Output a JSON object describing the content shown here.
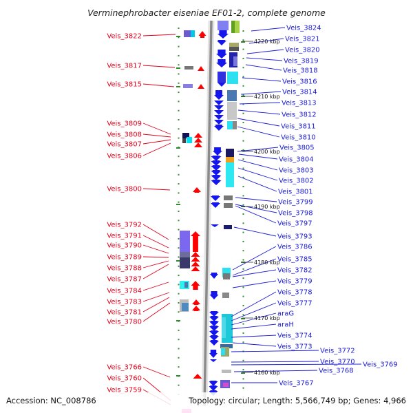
{
  "title": "Verminephrobacter eiseniae EF01-2, complete genome",
  "footer": {
    "accession": "Accession: NC_008786",
    "summary": "Topology: circular; Length: 5,566,749 bp; Genes: 4,966"
  },
  "colors": {
    "left_label": "#e0001a",
    "right_label": "#1a1ad8",
    "left_arrow": "#ff0000",
    "right_arrow": "#1515ee",
    "backbone": "#8a8a8a",
    "tick": "#2e8b2e"
  },
  "kbp_markers": [
    "4220 kbp",
    "4210 kbp",
    "4200 kbp",
    "4190 kbp",
    "4180 kbp",
    "4170 kbp",
    "4160 kbp"
  ],
  "left_genes": [
    "Veis_3822",
    "Veis_3817",
    "Veis_3815",
    "Veis_3809",
    "Veis_3808",
    "Veis_3807",
    "Veis_3806",
    "Veis_3800",
    "Veis_3792",
    "Veis_3791",
    "Veis_3790",
    "Veis_3789",
    "Veis_3788",
    "Veis_3787",
    "Veis_3784",
    "Veis_3783",
    "Veis_3781",
    "Veis_3780",
    "Veis_3766",
    "Veis_3760",
    "Veis_3759"
  ],
  "right_genes": [
    "Veis_3824",
    "Veis_3821",
    "Veis_3820",
    "Veis_3819",
    "Veis_3818",
    "Veis_3816",
    "Veis_3814",
    "Veis_3813",
    "Veis_3812",
    "Veis_3811",
    "Veis_3810",
    "Veis_3805",
    "Veis_3804",
    "Veis_3803",
    "Veis_3802",
    "Veis_3801",
    "Veis_3799",
    "Veis_3798",
    "Veis_3797",
    "Veis_3793",
    "Veis_3786",
    "Veis_3785",
    "Veis_3782",
    "Veis_3779",
    "Veis_3778",
    "Veis_3777",
    "araG",
    "araH",
    "Veis_3774",
    "Veis_3773",
    "Veis_3772",
    "Veis_3770",
    "Veis_3769",
    "Veis_3768",
    "Veis_3767"
  ]
}
